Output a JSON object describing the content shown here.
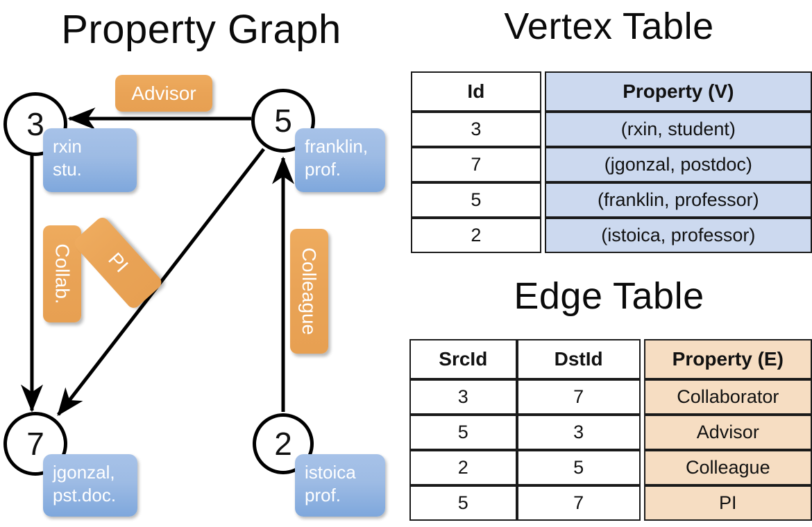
{
  "titles": {
    "property_graph": "Property Graph",
    "vertex_table": "Vertex Table",
    "edge_table": "Edge Table"
  },
  "graph": {
    "vertices": [
      {
        "id": "3",
        "property_line1": "rxin",
        "property_line2": "stu."
      },
      {
        "id": "5",
        "property_line1": "franklin,",
        "property_line2": "prof."
      },
      {
        "id": "7",
        "property_line1": "jgonzal,",
        "property_line2": "pst.doc."
      },
      {
        "id": "2",
        "property_line1": "istoica",
        "property_line2": "prof."
      }
    ],
    "edge_labels": [
      {
        "name": "advisor",
        "text": "Advisor"
      },
      {
        "name": "collab",
        "text": "Collab."
      },
      {
        "name": "pi",
        "text": "PI"
      },
      {
        "name": "colleague",
        "text": "Colleague"
      }
    ]
  },
  "vertex_table": {
    "headers": [
      "Id",
      "Property (V)"
    ],
    "rows": [
      {
        "id": "3",
        "property": "(rxin, student)"
      },
      {
        "id": "7",
        "property": "(jgonzal, postdoc)"
      },
      {
        "id": "5",
        "property": "(franklin, professor)"
      },
      {
        "id": "2",
        "property": "(istoica, professor)"
      }
    ]
  },
  "edge_table": {
    "headers": [
      "SrcId",
      "DstId",
      "Property (E)"
    ],
    "rows": [
      {
        "src": "3",
        "dst": "7",
        "property": "Collaborator"
      },
      {
        "src": "5",
        "dst": "3",
        "property": "Advisor"
      },
      {
        "src": "2",
        "dst": "5",
        "property": "Colleague"
      },
      {
        "src": "5",
        "dst": "7",
        "property": "PI"
      }
    ]
  },
  "colors": {
    "vertex_fill": "#ccd9ef",
    "edge_fill": "#f6ddc2",
    "callout_blue": "#9dbbe4",
    "label_orange": "#e9a356",
    "stroke": "#000000"
  }
}
